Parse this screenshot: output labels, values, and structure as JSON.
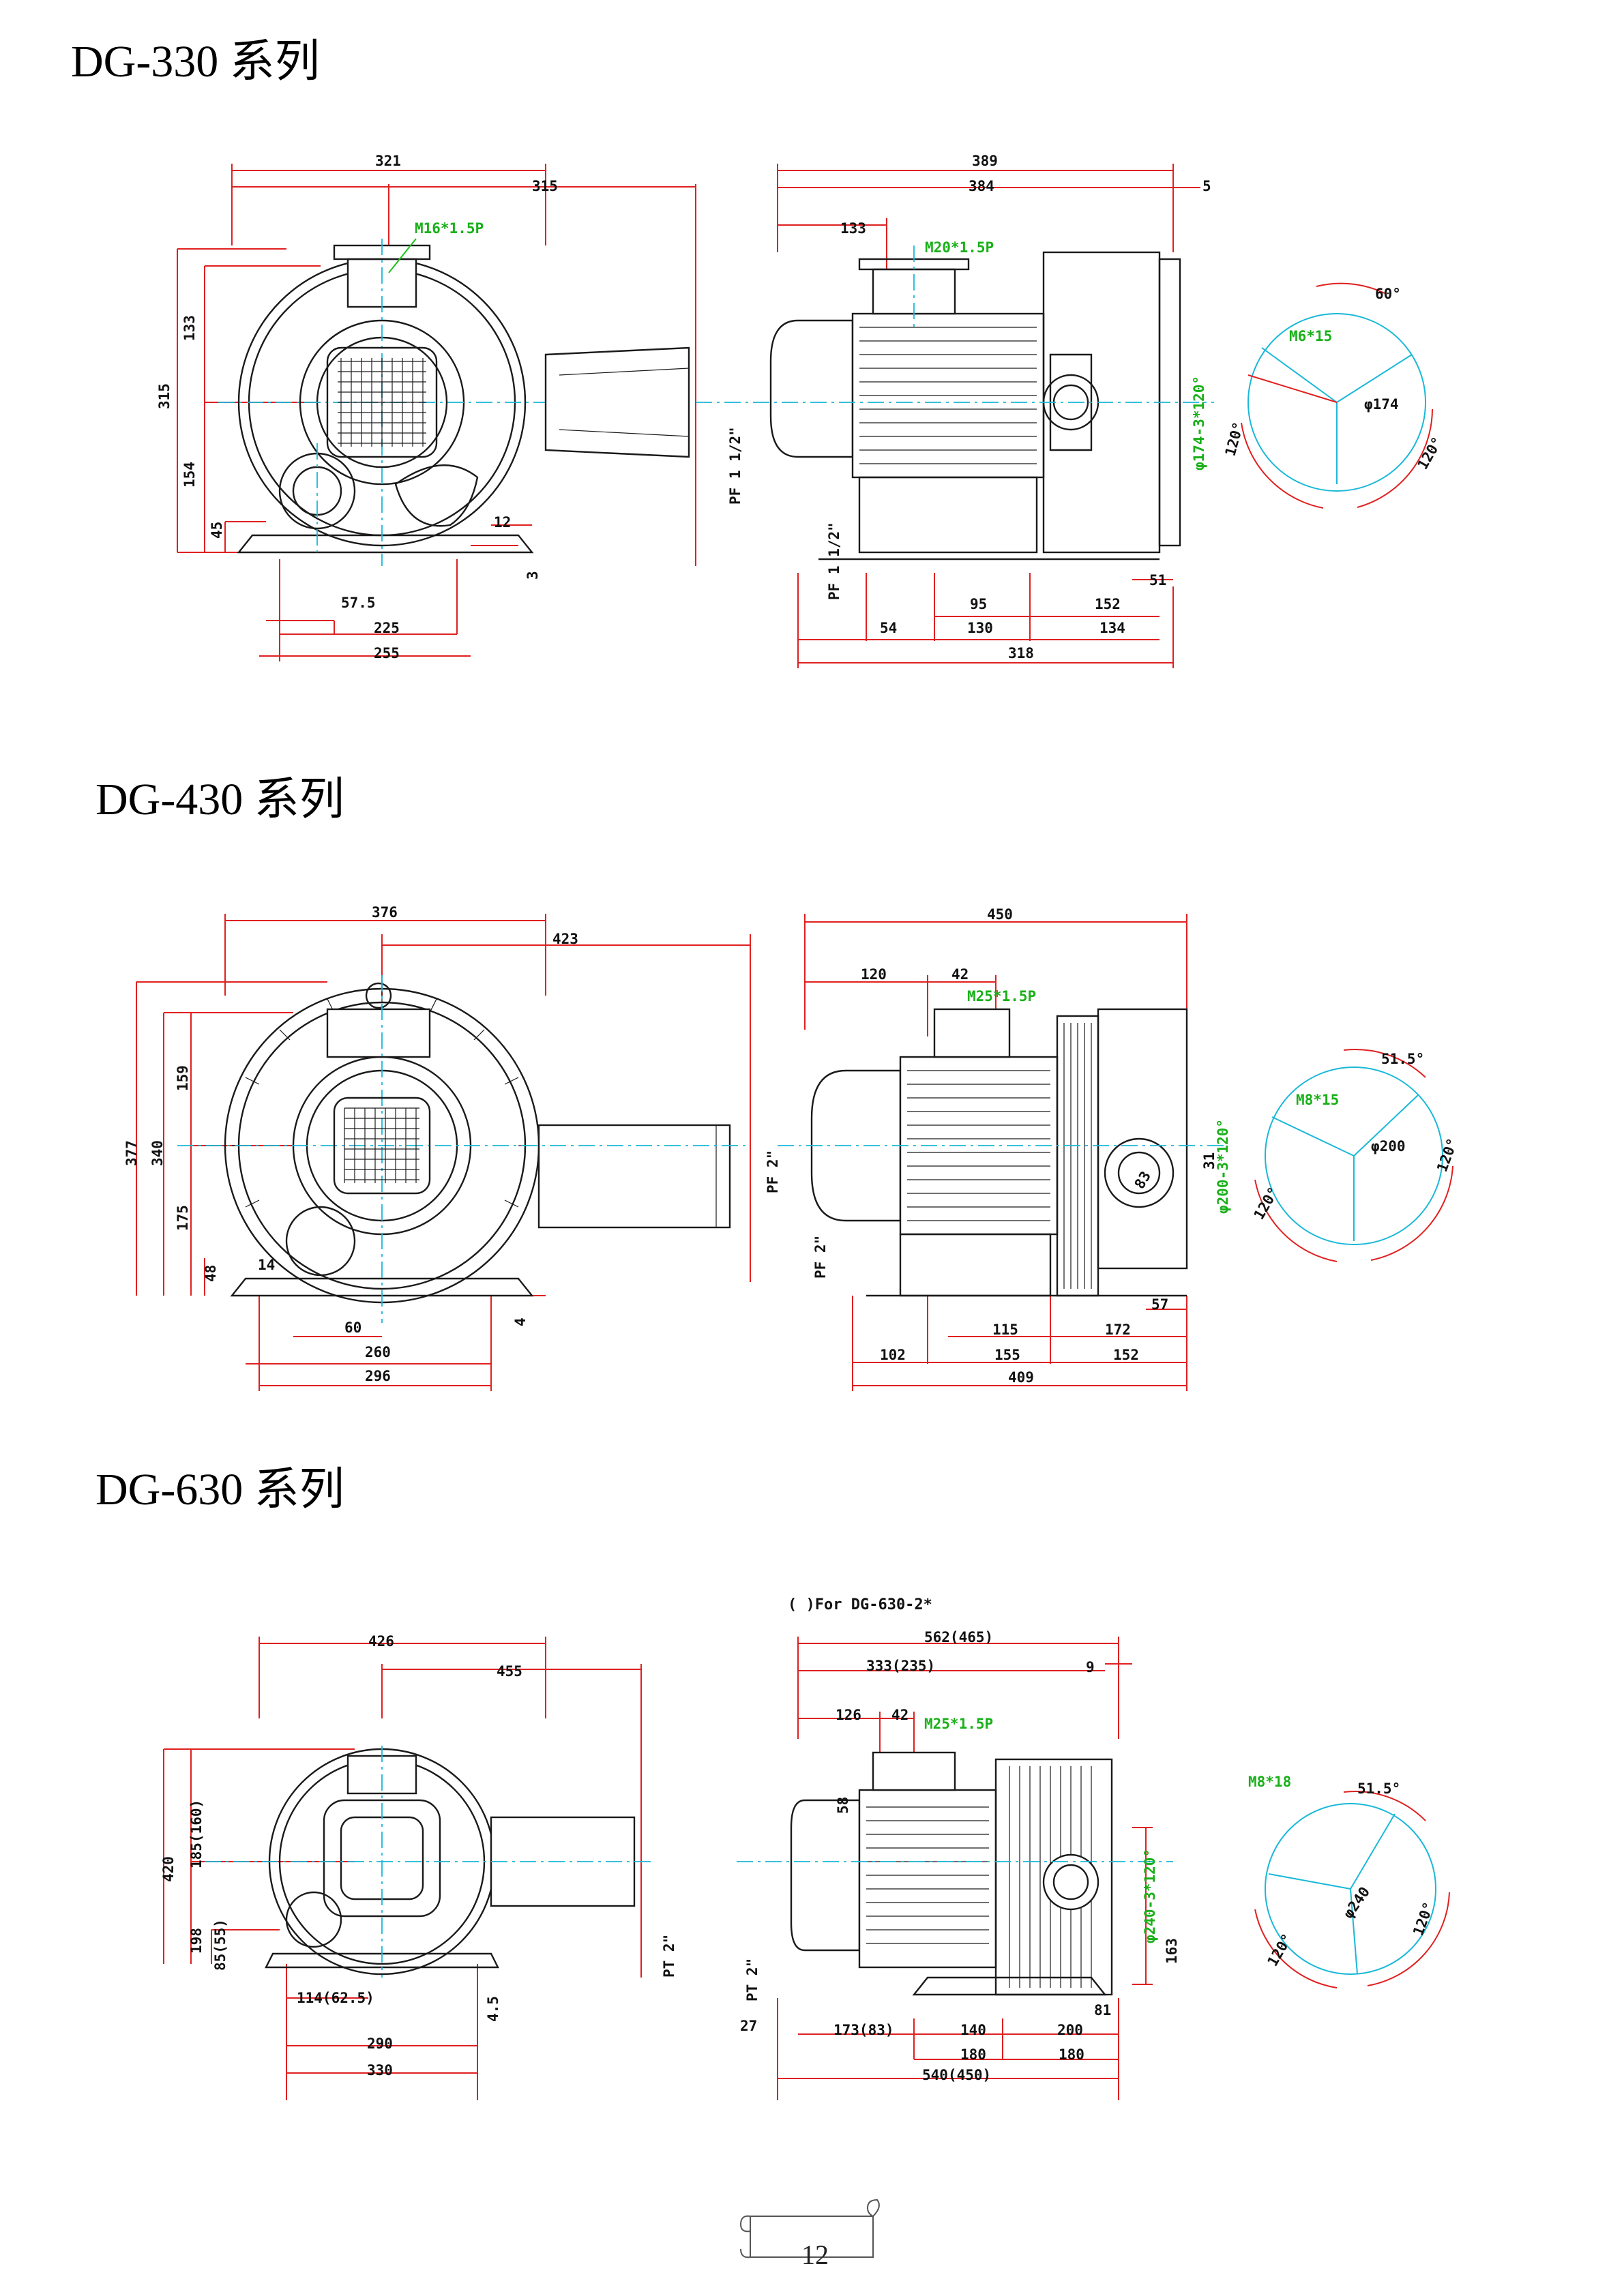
{
  "series": [
    {
      "title": "DG-330 系列",
      "front": {
        "dims": [
          "321",
          "315",
          "315",
          "133",
          "154",
          "45",
          "57.5",
          "225",
          "255",
          "12",
          "3"
        ],
        "callout": "M16*1.5P"
      },
      "side": {
        "dims": [
          "389",
          "384",
          "5",
          "133",
          "54",
          "130",
          "318",
          "95",
          "152",
          "134",
          "51"
        ],
        "callout": "M20*1.5P",
        "pipe_labels": [
          "PF 1 1/2\"",
          "PF 1 1/2\""
        ],
        "flange_label": "φ174-3*120°"
      },
      "pcd": {
        "callout": "M6*15",
        "diameter": "φ174",
        "angles": [
          "60°",
          "120°",
          "120°"
        ]
      }
    },
    {
      "title": "DG-430 系列",
      "front": {
        "dims": [
          "376",
          "423",
          "377",
          "340",
          "159",
          "175",
          "48",
          "14",
          "60",
          "260",
          "296",
          "4"
        ]
      },
      "side": {
        "dims": [
          "450",
          "120",
          "42",
          "102",
          "155",
          "409",
          "115",
          "172",
          "152",
          "57",
          "31",
          "83"
        ],
        "callout": "M25*1.5P",
        "pipe_labels": [
          "PF 2\"",
          "PF 2\""
        ],
        "flange_label": "φ200-3*120°"
      },
      "pcd": {
        "callout": "M8*15",
        "diameter": "φ200",
        "angles": [
          "51.5°",
          "120°",
          "120°"
        ]
      }
    },
    {
      "title": "DG-630 系列",
      "front": {
        "dims": [
          "426",
          "455",
          "420",
          "185(160)",
          "198",
          "85(55)",
          "114(62.5)",
          "290",
          "330",
          "4.5"
        ]
      },
      "side": {
        "note": "( )For DG-630-2*",
        "dims": [
          "562(465)",
          "333(235)",
          "9",
          "126",
          "42",
          "58",
          "173(83)",
          "140",
          "180",
          "200",
          "180",
          "540(450)",
          "81",
          "27",
          "163"
        ],
        "callout": "M25*1.5P",
        "pipe_labels": [
          "PT 2\"",
          "PT 2\""
        ],
        "flange_label": "φ240-3*120°"
      },
      "pcd": {
        "callout": "M8*18",
        "diameter": "φ240",
        "angles": [
          "51.5°",
          "120°",
          "120°"
        ]
      }
    }
  ],
  "page_number": "12"
}
